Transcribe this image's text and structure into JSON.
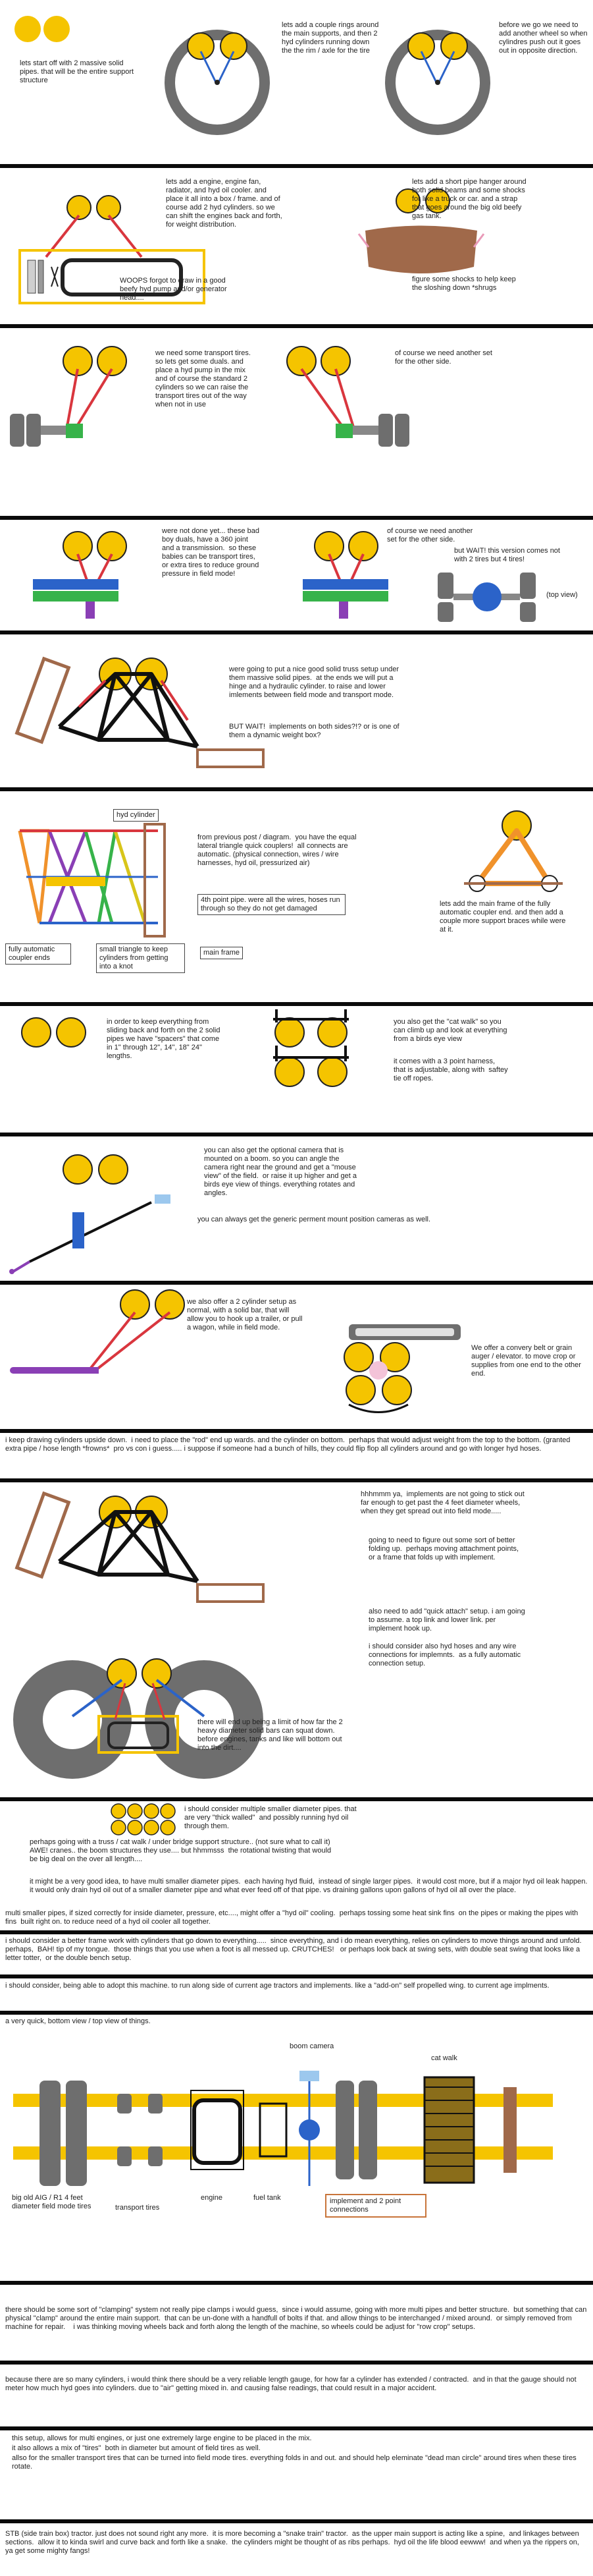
{
  "sections": [
    {
      "id": "s1",
      "texts": [
        "lets start off with 2 massive solid pipes. that will be the entire support structure",
        "lets add a couple rings around the main supports, and then 2 hyd cylinders running down the the rim / axle for the tire",
        "before we go we need to add another wheel so when cylindres push out it goes out in opposite direction."
      ]
    },
    {
      "id": "s2",
      "texts": [
        "lets add a engine, engine fan, radiator, and hyd oil cooler. and place it all into a box / frame. and of course add 2 hyd cylinders. so we can shift the engines back and forth, for weight distribution.",
        "WOOPS forgot to draw in a good beefy hyd pump and/or generator head....",
        "lets add a short pipe hanger around both solid beams and some shocks for like a truck or car. and a strap that goes around the big old beefy gas tank.",
        "figure some shocks to help keep the sloshing down *shrugs"
      ]
    },
    {
      "id": "s3",
      "texts": [
        "we need some transport tires. so lets get some duals. and place a hyd pump in the mix and of course the standard 2 cylinders so we can raise the transport tires out of the way when not in use",
        "of course we need another set for the other side."
      ]
    },
    {
      "id": "s4",
      "texts": [
        "were not done yet... these bad boy duals, have a 360 joint and a transmission.  so these babies can be transport tires, or extra tires to reduce ground pressure in field mode!",
        "of course we need another set for the other side.",
        "but WAIT! this version comes not with 2 tires but 4 tires!",
        "(top view)"
      ]
    },
    {
      "id": "s5",
      "texts": [
        "were going to put a nice good solid truss setup under them massive solid pipes.  at the ends we will put a hinge and a hydraulic cylinder. to raise and lower imlements between field mode and transport mode.",
        "BUT WAIT!  implements on both sides?!? or is one of them a dynamic weight box?"
      ]
    },
    {
      "id": "s6",
      "texts": [
        "hyd cylinder",
        "from previous post / diagram.  you have the equal lateral triangle quick couplers!  all connects are automatic. (physical connection, wires / wire harnesses, hyd oil, pressurized air)",
        "4th point pipe. were all the wires, hoses run through so they do not get damaged",
        "fully automatic coupler ends",
        "small triangle to keep cylinders from getting into a knot",
        "main frame",
        "lets add the main frame of the fully automatic coupler end. and then add a couple more support braces while were at it."
      ]
    },
    {
      "id": "s7",
      "texts": [
        "in order to keep everything from sliding back and forth on the 2 solid pipes we have \"spacers\" that come in 1\" through 12\", 14\", 18\" 24\" lengths.",
        "you also get the \"cat walk\" so you can climb up and look at everything from a birds eye view",
        "it comes with a 3 point harness, that is adjustable, along with  saftey  tie off ropes."
      ]
    },
    {
      "id": "s8",
      "texts": [
        "you can also get the optional camera that is mounted on a boom. so you can angle the camera right near the ground and get a \"mouse view\" of the field.  or raise it up higher and get a birds eye view of things. everything rotates and angles.",
        "you can always get the generic perment mount position cameras as well."
      ]
    },
    {
      "id": "s9",
      "texts": [
        "we also offer a 2 cylinder setup as normal, with a solid bar, that will allow you to hook up a trailer, or pull a wagon, while in field mode.",
        "We offer a convery belt or grain auger / elevator. to move crop or supplies from one end to the other end."
      ]
    },
    {
      "id": "s10",
      "texts": [
        "i keep drawing cylinders upside down.  i need to place the \"rod\" end up wards. and the cylinder on bottom.  perhaps that would adjust weight from the top to the bottom. (granted extra pipe / hose length *frowns*  pro vs con i guess..... i suppose if someone had a bunch of hills, they could flip flop all cylinders around and go with longer hyd hoses."
      ]
    },
    {
      "id": "s11",
      "texts": [
        "hhhmmm ya,  implements are not going to stick out far enough to get past the 4 feet diameter wheels, when they get spread out into field mode.....",
        "going to need to figure out some sort of better folding up.  perhaps moving attachment points,  or a frame that folds up with implement.",
        "also need to add \"quick attach\" setup. i am going to assume. a top link and lower link. per implement hook up.",
        "i should consider also hyd hoses and any wire connections for implemnts.  as a fully automatic connection setup.",
        "there will end up being a limit of how far the 2 heavy diameter solid bars can squat down. before engines, tanks and like will bottom out into the dirt...."
      ]
    },
    {
      "id": "s12",
      "texts": [
        "i should consider multiple smaller diameter pipes. that are very \"thick walled\"  and possibly running hyd oil through them.",
        "perhaps going with a truss / cat walk / under bridge support structure.. (not sure what to call it) AWE! cranes.. the boom structures they use.... but hhmmsss  the rotational twisting that would be big deal on the over all length....",
        "it might be a very good idea, to have multi smaller diameter pipes.  each having hyd fluid,  instead of single larger pipes.  it would cost more, but if a major hyd oil leak happen. it would only drain hyd oil out of a smaller diameter pipe and what ever feed off of that pipe. vs draining gallons upon gallons of hyd oil all over the place.",
        "multi smaller pipes, if sized correctly for inside diameter, pressure, etc...., might offer a \"hyd oil\" cooling.  perhaps tossing some heat sink fins  on the pipes or making the pipes with fins  built right on. to reduce need of a hyd oil cooler all together."
      ]
    },
    {
      "id": "s13",
      "texts": [
        "i should consider a better frame work with cylinders that go down to everything.....  since everything, and i do mean everything, relies on cylinders to move things around and unfold.  perhaps,  BAH! tip of my tongue.  those things that you use when a foot is all messed up. CRUTCHES!   or perhaps look back at swing sets, with double seat swing that looks like a letter totter,  or the double bench setup."
      ]
    },
    {
      "id": "s14",
      "texts": [
        "i should consider, being able to adopt this machine. to run along side of current age tractors and implements. like a \"add-on\" self propelled wing. to current age implments."
      ]
    },
    {
      "id": "s15",
      "texts": [
        "a very quick, bottom view / top view of things.",
        "boom camera",
        "cat walk",
        "big old AIG / R1 4 feet diameter field mode tires",
        "transport tires",
        "engine",
        "fuel tank",
        "implement and 2 point connections"
      ]
    },
    {
      "id": "s16",
      "texts": [
        "there should be some sort of \"clamping\" system not really pipe clamps i would guess,  since i would assume, going with more multi pipes and better structure.  but something that can physical \"clamp\" around the entire main support.  that can be un-done with a handfull of bolts if that. and allow things to be interchanged / mixed around.  or simply removed from machine for repair.    i was thinking moving wheels back and forth along the length of the machine, so wheels could be adjust for \"row crop\" setups."
      ]
    },
    {
      "id": "s17",
      "texts": [
        "because there are so many cylinders, i would think there should be a very reliable length gauge, for how far a cylinder has extended / contracted.  and in that the gauge should not meter how much hyd goes into cylinders. due to \"air\" getting mixed in. and causing false readings, that could result in a major accident."
      ]
    },
    {
      "id": "s18",
      "texts": [
        "this setup, allows for multi engines, or just one extremely large engine to be placed in the mix.",
        "it also allows a mix of \"tires\"  both in diameter but amount of field tires as well.",
        "allso for the smaller transport tires that can be turned into field mode tires. everything folds in and out. and should help eleminate \"dead man circle\" around tires when these tires rotate."
      ]
    },
    {
      "id": "s19",
      "texts": [
        "STB (side train box) tractor. just does not sound right any more.  it is more becoming a \"snake train\" tractor.  as the upper main support is acting like a spine,  and linkages between sections.  allow it to kinda swirl and curve back and forth like a snake.  the cylinders might be thought of as ribs perhaps.  hyd oil the life blood eewww!  and when ya the rippers on,  ya get some mighty fangs!"
      ]
    }
  ],
  "colors": {
    "pipe_yellow": "#f5c400",
    "tire_gray": "#6e6e6e",
    "cylinder_red": "#d9363e",
    "cylinder_blue": "#2b63c9",
    "frame_brown": "#a0694a",
    "divider_black": "#0a0a0a",
    "box_orange": "#c8743a",
    "green": "#37b34a",
    "purple": "#8a3fb5"
  }
}
